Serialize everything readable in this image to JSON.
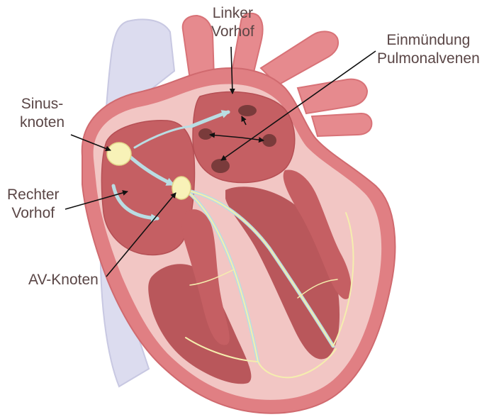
{
  "labels": {
    "linker_vorhof": {
      "line1": "Linker",
      "line2": "Vorhof"
    },
    "pulmonalvenen": {
      "line1": "Einmündung",
      "line2": "Pulmonalvenen"
    },
    "sinusknoten": {
      "line1": "Sinus-",
      "line2": "knoten"
    },
    "rechter_vorhof": {
      "line1": "Rechter",
      "line2": "Vorhof"
    },
    "av_knoten": {
      "text": "AV-Knoten"
    }
  },
  "colors": {
    "vessel": "#e68a8e",
    "outer_wall": "#e07f83",
    "inner_lining": "#f2c6c4",
    "chamber": "#c55f63",
    "muscle": "#b9575b",
    "vein_opening": "#7a3b3b",
    "node": "#f8f2b8",
    "conduction": "#f5eeae",
    "flow_arrow": "#b9dde3",
    "pericardium": "#dcdcef",
    "label_text": "#5a4646",
    "pointer": "#111111"
  }
}
